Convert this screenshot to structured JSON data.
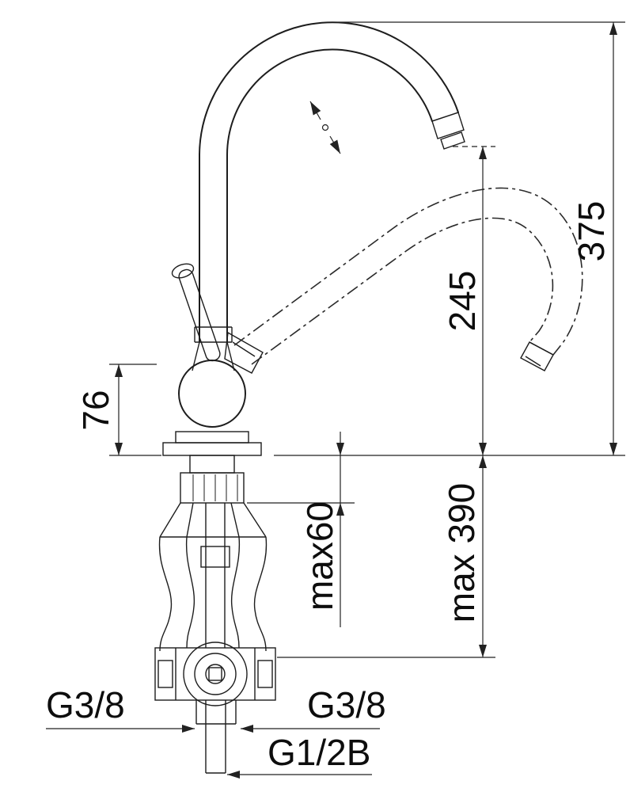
{
  "drawing": {
    "title": "Faucet installation technical drawing",
    "colors": {
      "line": "#1d1d1d",
      "background": "#ffffff"
    },
    "dimensions": {
      "total_height": "375",
      "outlet_height": "245",
      "base_height": "76",
      "deck_thickness": "max60",
      "below_deck": "max 390",
      "supply_left": "G3/8",
      "supply_right": "G3/8",
      "center_connection": "G1/2B"
    }
  }
}
